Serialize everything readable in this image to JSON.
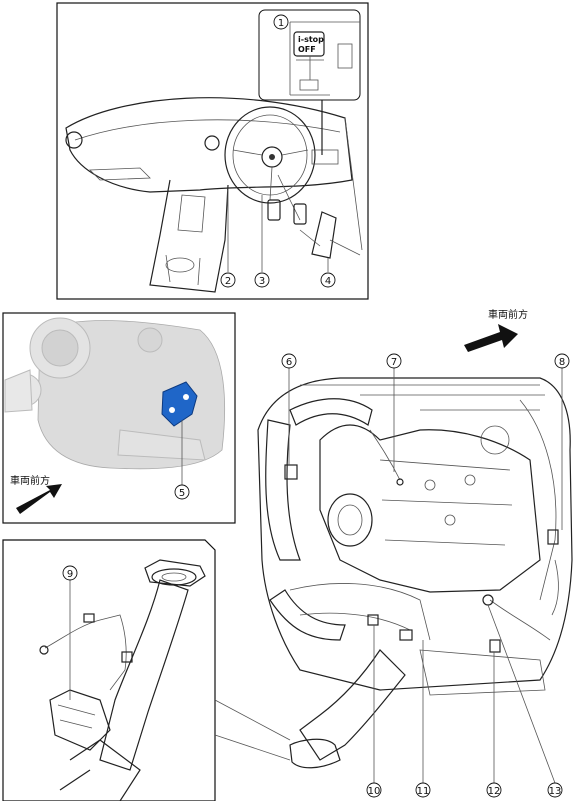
{
  "callouts": [
    "1",
    "2",
    "3",
    "4",
    "5",
    "6",
    "7",
    "8",
    "9",
    "10",
    "11",
    "12",
    "13"
  ],
  "switch_text": {
    "line1": "i-stop",
    "line2": "OFF"
  },
  "direction_label": "車両前方",
  "colors": {
    "highlight": "#1f66c8",
    "engine_shade": "#dcdcdc",
    "line": "#222222"
  }
}
